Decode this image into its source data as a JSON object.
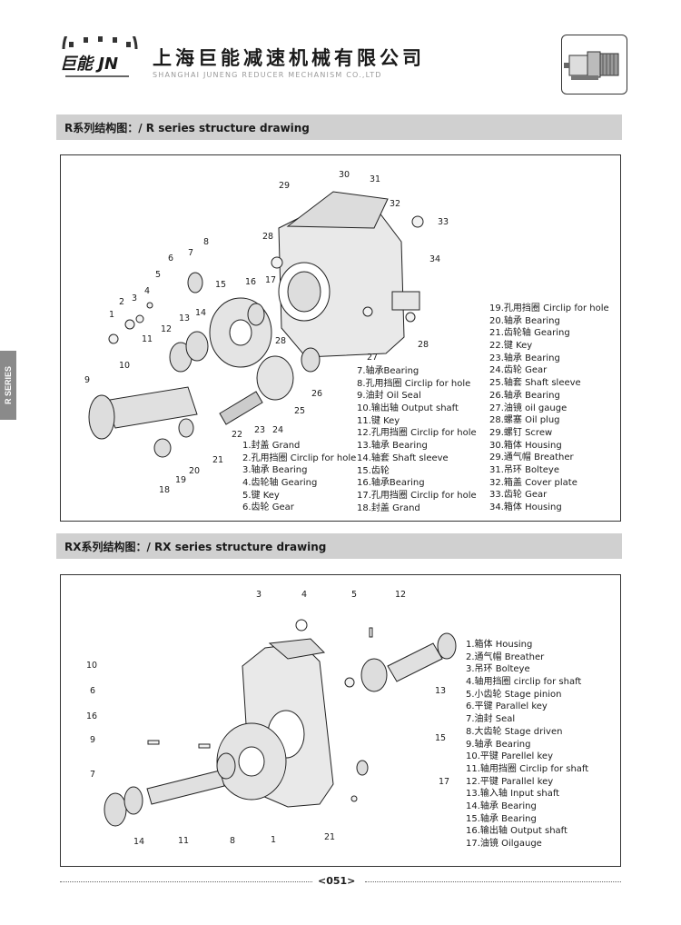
{
  "header": {
    "company_cn": "上海巨能减速机械有限公司",
    "company_en": "SHANGHAI JUNENG REDUCER MECHANISM CO.,LTD",
    "logo_text": "巨能 JN"
  },
  "side_tab": "R SERIES",
  "section_r": {
    "title": "R系列结构图：/ R series structure drawing",
    "callouts": [
      "1",
      "2",
      "3",
      "4",
      "5",
      "6",
      "7",
      "8",
      "9",
      "10",
      "11",
      "12",
      "13",
      "14",
      "15",
      "16",
      "17",
      "18",
      "19",
      "20",
      "21",
      "22",
      "23",
      "24",
      "25",
      "26",
      "27",
      "28",
      "28",
      "28",
      "29",
      "30",
      "31",
      "32",
      "33",
      "34"
    ],
    "parts_col1": [
      "1.封盖 Grand",
      "2.孔用挡圈 Circlip for hole",
      "3.轴承 Bearing",
      "4.齿轮轴 Gearing",
      "5.键 Key",
      "6.齿轮 Gear"
    ],
    "parts_col2": [
      "7.轴承Bearing",
      "8.孔用挡圈 Circlip for hole",
      "9.油封 Oil Seal",
      "10.输出轴 Output shaft",
      "11.键 Key",
      "12.孔用挡圈 Circlip for hole",
      "13.轴承 Bearing",
      "14.轴套 Shaft sleeve",
      "15.齿轮",
      "16.轴承Bearing",
      "17.孔用挡圈 Circlip for hole",
      "18.封盖 Grand"
    ],
    "parts_col3": [
      "19.孔用挡圈 Circlip for hole",
      "20.轴承 Bearing",
      "21.齿轮轴 Gearing",
      "22.键 Key",
      "23.轴承 Bearing",
      "24.齿轮 Gear",
      "25.轴套 Shaft sleeve",
      "26.轴承 Bearing",
      "27.油镜 oil gauge",
      "28.螺塞 Oil plug",
      "29.螺钉 Screw",
      "30.箱体 Housing",
      "29.通气帽 Breather",
      "31.吊环 Bolteye",
      "32.箱盖 Cover plate",
      "33.齿轮 Gear",
      "34.箱体 Housing"
    ]
  },
  "section_rx": {
    "title": "RX系列结构图：/ RX series structure drawing",
    "callouts": [
      "1",
      "3",
      "4",
      "5",
      "6",
      "7",
      "8",
      "9",
      "10",
      "11",
      "12",
      "13",
      "14",
      "15",
      "16",
      "17",
      "21"
    ],
    "parts": [
      "1.箱体 Housing",
      "2.通气帽 Breather",
      "3.吊环 Bolteye",
      "4.轴用挡圈 circlip for shaft",
      "5.小齿轮 Stage pinion",
      "6.平键 Parallel key",
      "7.油封 Seal",
      "8.大齿轮 Stage driven",
      "9.轴承 Bearing",
      "10.平键 Parellel key",
      "11.轴用挡圈 Circlip for shaft",
      "12.平键 Parallel key",
      "13.输入轴 Input shaft",
      "14.轴承 Bearing",
      "15.轴承 Bearing",
      "16.输出轴 Output shaft",
      "17.油镜 Oilgauge"
    ]
  },
  "footer": {
    "page": "<051>"
  },
  "colors": {
    "section_bar": "#d0d0d0",
    "side_tab": "#8a8a8a",
    "ink": "#1a1a1a"
  }
}
